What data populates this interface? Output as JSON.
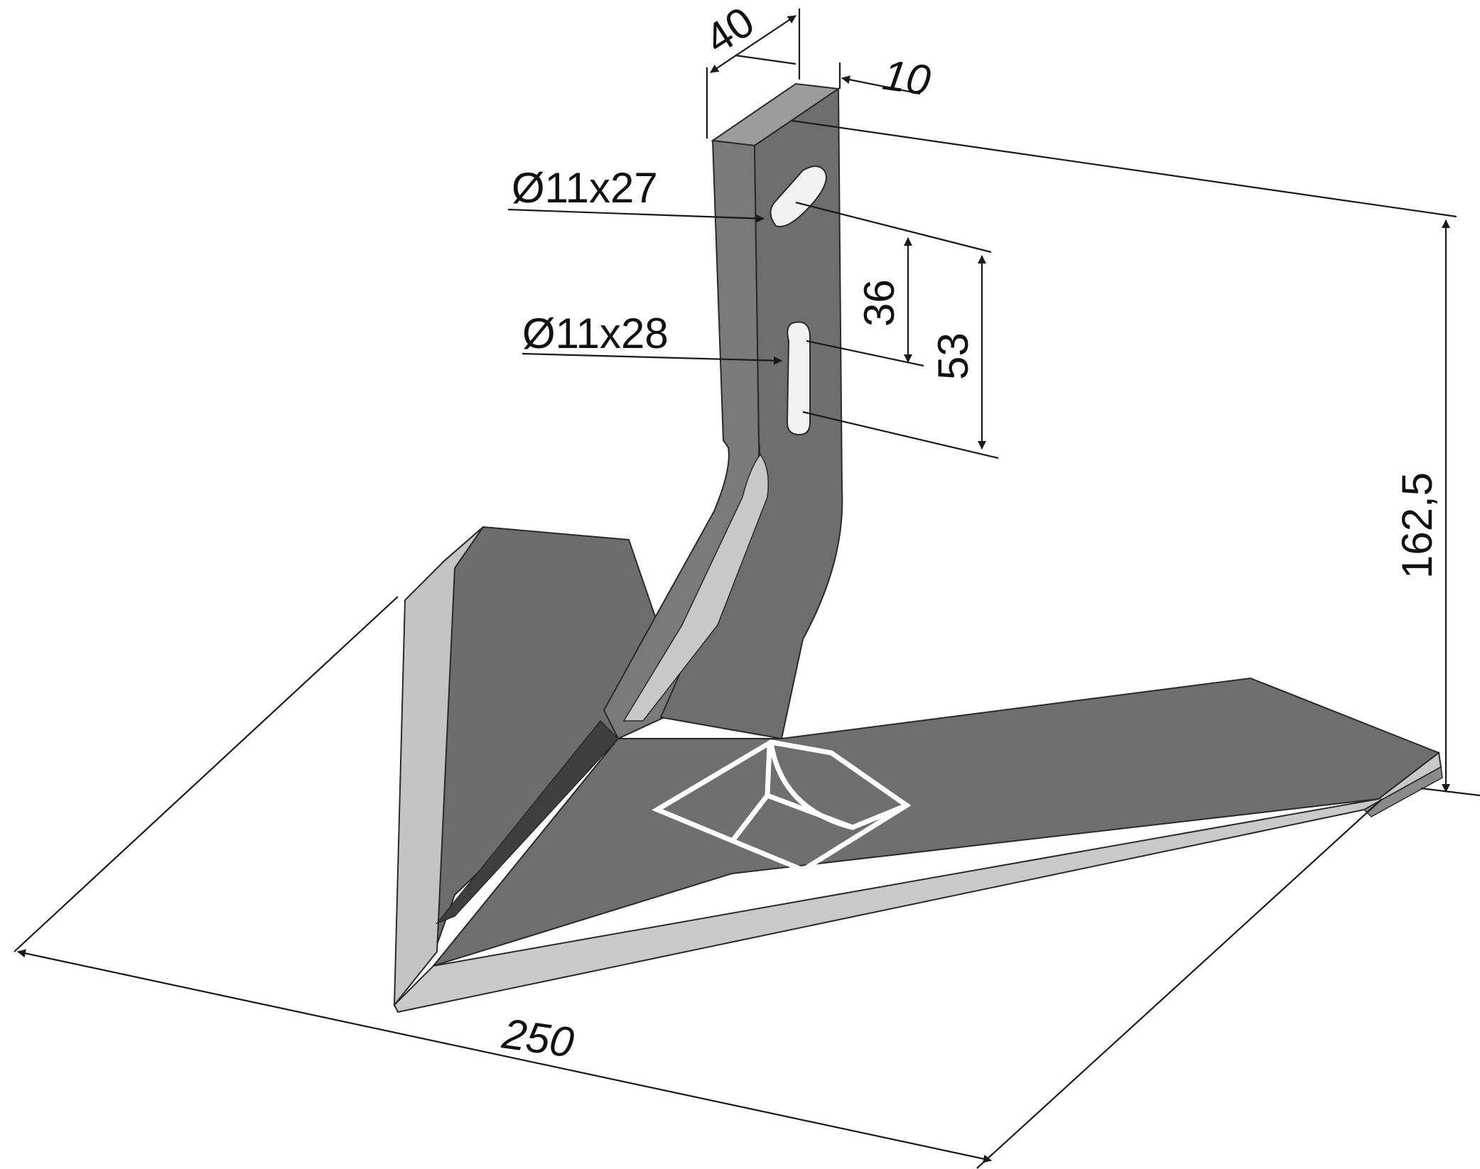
{
  "colors": {
    "background": "#ffffff",
    "steel_dark": "#6b6b6b",
    "steel_mid": "#7a7a7a",
    "steel_light": "#b3b3b3",
    "steel_edge": "#cfcfcf",
    "outline": "#2a2a2a",
    "dimension": "#1a1a1a",
    "logo": "#ffffff"
  },
  "dimensions": {
    "shank_width": "40",
    "shank_thickness": "10",
    "upper_hole": "Ø11x27",
    "lower_hole": "Ø11x28",
    "hole_spacing": "36",
    "hole_to_slot_end": "53",
    "total_height": "162,5",
    "total_width": "250"
  },
  "icons": {
    "logo": "manufacturer-logo-icon"
  }
}
